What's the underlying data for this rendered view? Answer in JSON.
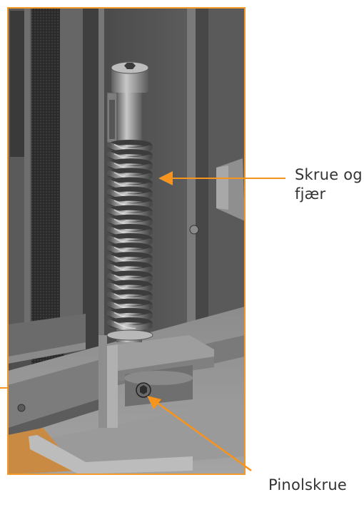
{
  "callouts": {
    "spring_label_line1": "Skrue og",
    "spring_label_line2": "fjær",
    "setscrew_label": "Pinolskrue"
  },
  "colors": {
    "frame_orange": "#F39A2B",
    "arrow_orange": "#F7941D",
    "metal_dark": "#3a3a3a",
    "metal_mid": "#6b6b6b",
    "metal_light": "#a9a9a9",
    "wood": "#c98a44"
  }
}
